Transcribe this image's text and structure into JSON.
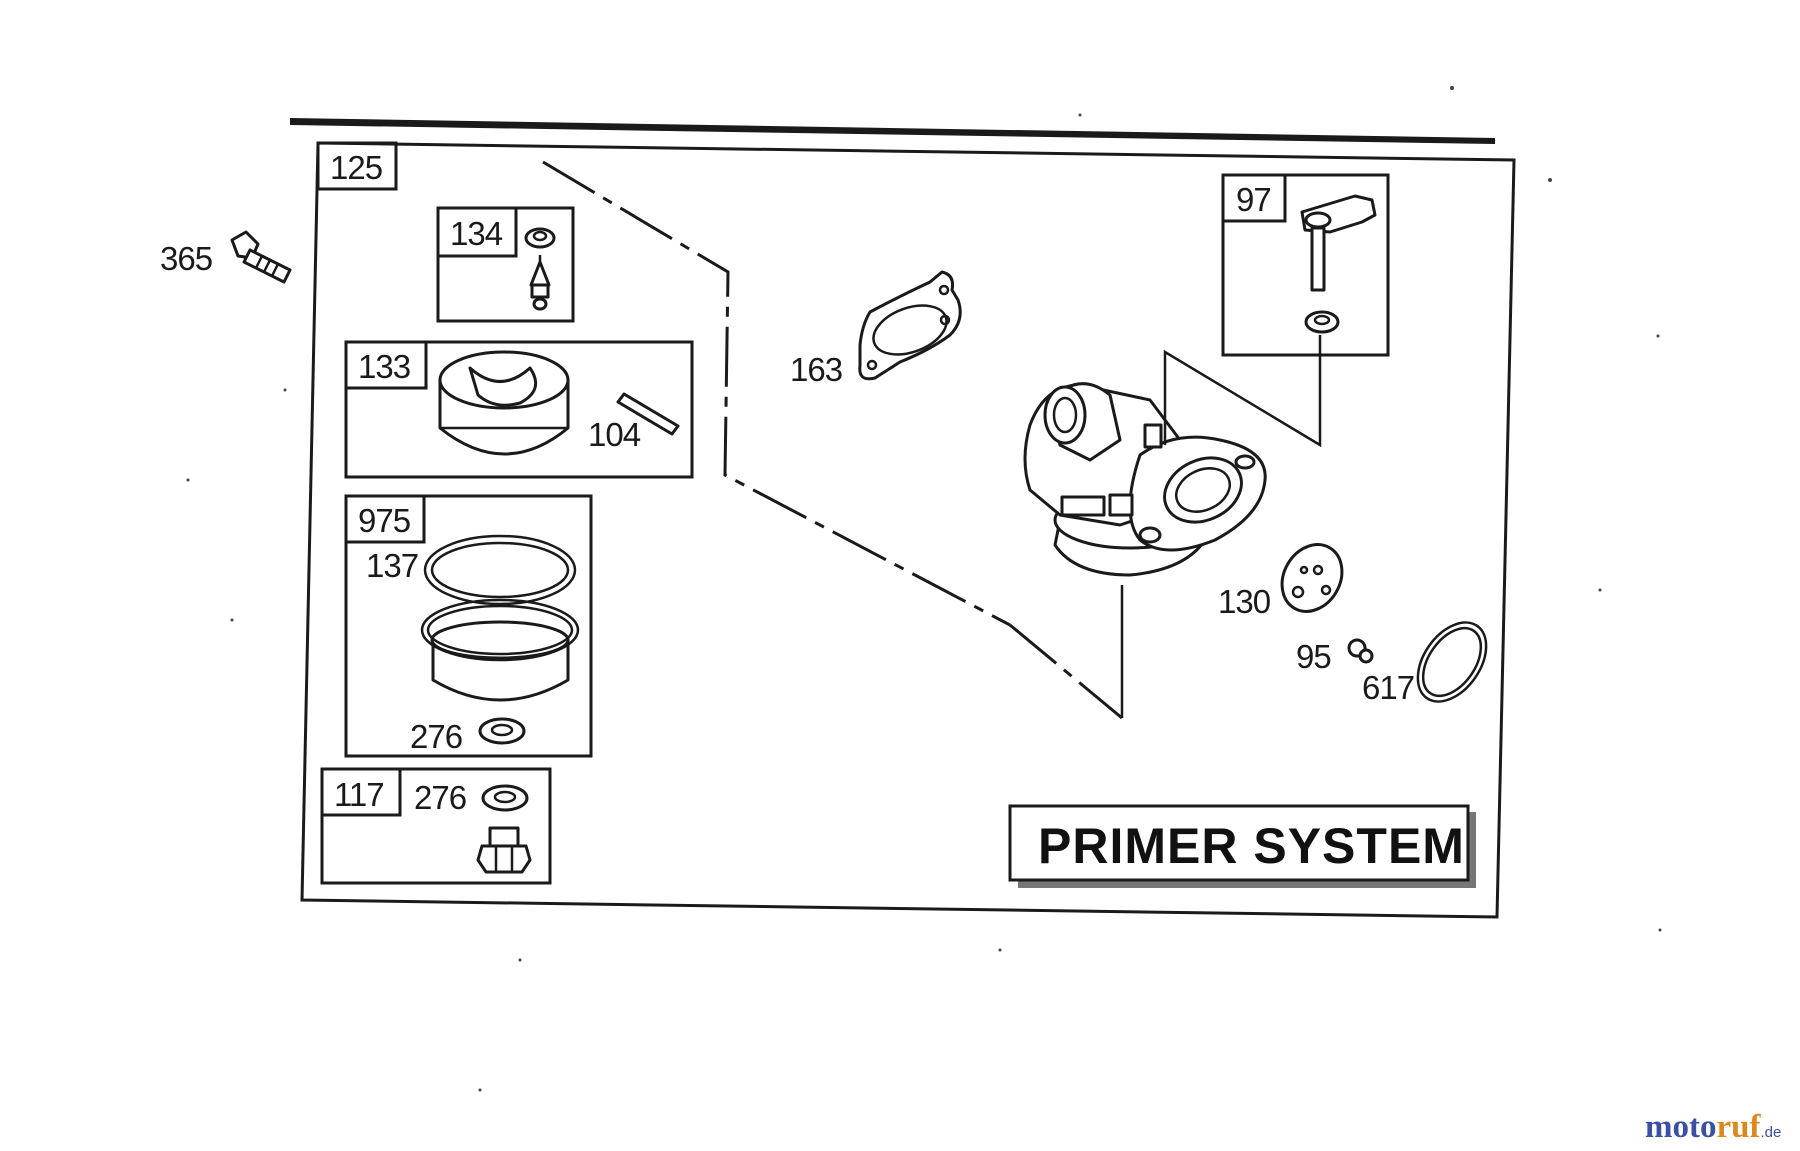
{
  "title": "PRIMER SYSTEM",
  "labels": {
    "l125": "125",
    "l134": "134",
    "l133": "133",
    "l104": "104",
    "l975": "975",
    "l137": "137",
    "l276a": "276",
    "l117": "117",
    "l276b": "276",
    "l365": "365",
    "l163": "163",
    "l97": "97",
    "l130": "130",
    "l95": "95",
    "l617": "617"
  },
  "watermark": {
    "part1": "moto",
    "part2": "ruf",
    "suffix": ".de",
    "brand_color": "#3b4fa3",
    "accent_color": "#d98a1e"
  }
}
